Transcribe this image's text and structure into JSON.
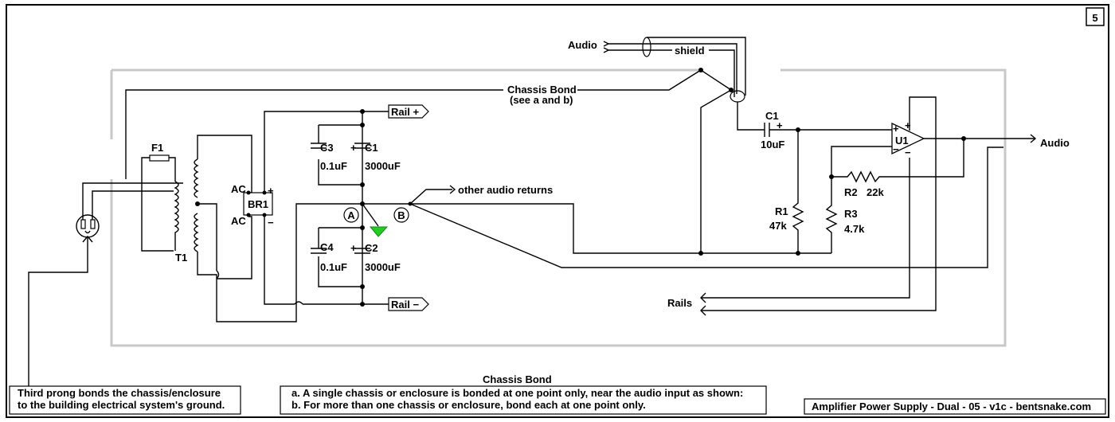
{
  "sheet_number": "5",
  "labels": {
    "audio_in": "Audio",
    "shield": "shield",
    "chassis_bond": "Chassis Bond",
    "see_ab": "(see a and b)",
    "f1": "F1",
    "t1": "T1",
    "ac_top": "AC",
    "ac_bottom": "AC",
    "br1": "BR1",
    "plus": "+",
    "minus": "−",
    "rail_plus": "Rail +",
    "rail_minus": "Rail −",
    "c3": "C3",
    "c3_val": "0.1uF",
    "c1_left": "C1",
    "c1_left_val": "3000uF",
    "c4": "C4",
    "c4_val": "0.1uF",
    "c2": "C2",
    "c2_val": "3000uF",
    "node_a": "A",
    "node_b": "B",
    "other_returns": "other audio returns",
    "c1_right": "C1",
    "c1_right_val": "10uF",
    "u1": "U1",
    "r1": "R1",
    "r1_val": "47k",
    "r2": "R2",
    "r2_val": "22k",
    "r3": "R3",
    "r3_val": "4.7k",
    "audio_out": "Audio",
    "rails": "Rails"
  },
  "notes": {
    "ground_line1": "Third prong bonds the chassis/enclosure",
    "ground_line2": "to the building electrical system's ground.",
    "bond_title": "Chassis Bond",
    "bond_a": "a. A single chassis or enclosure is bonded at one point only, near the audio input as shown:",
    "bond_b": "b. For more than one chassis or enclosure, bond each at one point only.",
    "footer": "Amplifier Power Supply - Dual - 05 - v1c - bentsnake.com"
  },
  "colors": {
    "chassis": "#c8c8c8",
    "ground_symbol": "#22cc22",
    "wire": "#000000"
  }
}
